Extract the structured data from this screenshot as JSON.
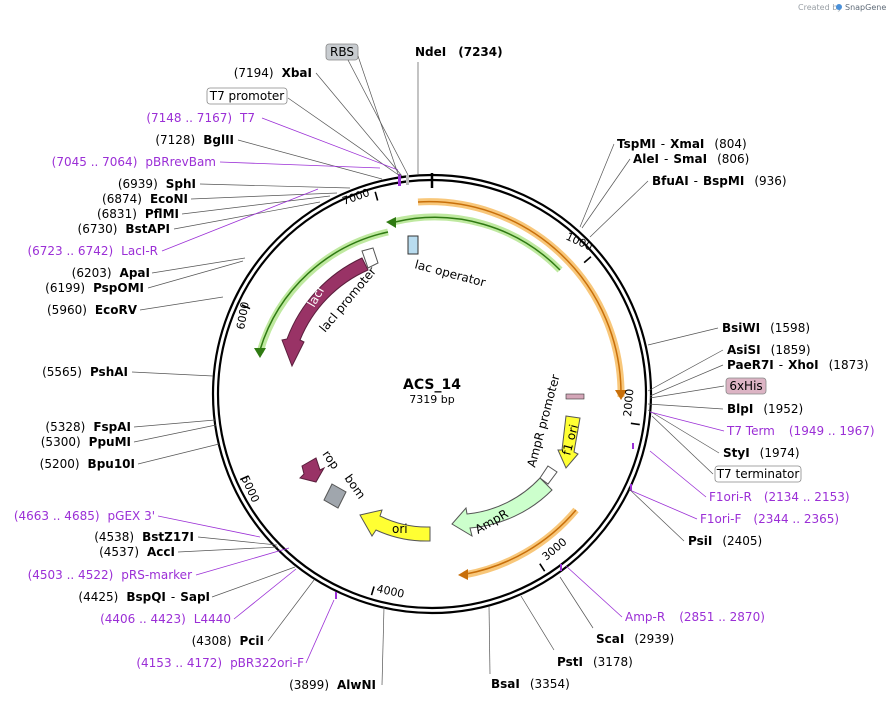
{
  "credit": {
    "created_by": "Created by",
    "brand": "SnapGene"
  },
  "plasmid": {
    "name": "ACS_14",
    "length_label": "7319 bp",
    "length": 7319
  },
  "colors": {
    "enzyme": "#000000",
    "primer": "#9b2fd6",
    "backbone": "#000000",
    "orange": "#f6a13a",
    "green": "#7bd437",
    "maroon": "#993366",
    "yellow": "#ffff00",
    "light_green": "#ccffcc"
  },
  "ticks": [
    {
      "pos": 1000,
      "label": "1000"
    },
    {
      "pos": 2000,
      "label": "2000"
    },
    {
      "pos": 3000,
      "label": "3000"
    },
    {
      "pos": 4000,
      "label": "4000"
    },
    {
      "pos": 5000,
      "label": "5000"
    },
    {
      "pos": 6000,
      "label": "6000"
    },
    {
      "pos": 7000,
      "label": "7000"
    }
  ],
  "enzymes": [
    {
      "label": "NdeI",
      "pos_label": "(7234)",
      "pos": 7234
    },
    {
      "label": "XbaI",
      "pos_label": "(7194)",
      "pos": 7194
    },
    {
      "label": "BglII",
      "pos_label": "(7128)",
      "pos": 7128
    },
    {
      "label": "SphI",
      "pos_label": "(6939)",
      "pos": 6939
    },
    {
      "label": "EcoNI",
      "pos_label": "(6874)",
      "pos": 6874
    },
    {
      "label": "PflMI",
      "pos_label": "(6831)",
      "pos": 6831
    },
    {
      "label": "BstAPI",
      "pos_label": "(6730)",
      "pos": 6730
    },
    {
      "label": "ApaI",
      "pos_label": "(6203)",
      "pos": 6203
    },
    {
      "label": "PspOMI",
      "pos_label": "(6199)",
      "pos": 6199
    },
    {
      "label": "EcoRV",
      "pos_label": "(5960)",
      "pos": 5960
    },
    {
      "label": "PshAI",
      "pos_label": "(5565)",
      "pos": 5565
    },
    {
      "label": "FspAI",
      "pos_label": "(5328)",
      "pos": 5328
    },
    {
      "label": "PpuMI",
      "pos_label": "(5300)",
      "pos": 5300
    },
    {
      "label": "Bpu10I",
      "pos_label": "(5200)",
      "pos": 5200
    },
    {
      "label": "BstZ17I",
      "pos_label": "(4538)",
      "pos": 4538
    },
    {
      "label": "AccI",
      "pos_label": "(4537)",
      "pos": 4537
    },
    {
      "label": "BspQI",
      "label2": "SapI",
      "pos_label": "(4425)",
      "pos": 4425
    },
    {
      "label": "PciI",
      "pos_label": "(4308)",
      "pos": 4308
    },
    {
      "label": "AlwNI",
      "pos_label": "(3899)",
      "pos": 3899
    },
    {
      "label": "BsaI",
      "pos_label": "(3354)",
      "pos": 3354
    },
    {
      "label": "PstI",
      "pos_label": "(3178)",
      "pos": 3178
    },
    {
      "label": "ScaI",
      "pos_label": "(2939)",
      "pos": 2939
    },
    {
      "label": "PsiI",
      "pos_label": "(2405)",
      "pos": 2405
    },
    {
      "label": "StyI",
      "pos_label": "(1974)",
      "pos": 1974
    },
    {
      "label": "BlpI",
      "pos_label": "(1952)",
      "pos": 1952
    },
    {
      "label": "PaeR7I",
      "label2": "XhoI",
      "pos_label": "(1873)",
      "pos": 1873
    },
    {
      "label": "AsiSI",
      "pos_label": "(1859)",
      "pos": 1859
    },
    {
      "label": "BsiWI",
      "pos_label": "(1598)",
      "pos": 1598
    },
    {
      "label": "BfuAI",
      "label2": "BspMI",
      "pos_label": "(936)",
      "pos": 936
    },
    {
      "label": "AleI",
      "label2": "SmaI",
      "pos_label": "(806)",
      "pos": 806
    },
    {
      "label": "TspMI",
      "label2": "XmaI",
      "pos_label": "(804)",
      "pos": 804
    }
  ],
  "primers": [
    {
      "label": "T7",
      "range_label": "(7148 .. 7167)",
      "pos": 7157
    },
    {
      "label": "pBRrevBam",
      "range_label": "(7045 .. 7064)",
      "pos": 7054
    },
    {
      "label": "LacI-R",
      "range_label": "(6723 .. 6742)",
      "pos": 6732
    },
    {
      "label": "pGEX 3'",
      "range_label": "(4663 .. 4685)",
      "pos": 4674
    },
    {
      "label": "pRS-marker",
      "range_label": "(4503 .. 4522)",
      "pos": 4512
    },
    {
      "label": "L4440",
      "range_label": "(4406 .. 4423)",
      "pos": 4414
    },
    {
      "label": "pBR322ori-F",
      "range_label": "(4153 .. 4172)",
      "pos": 4162
    },
    {
      "label": "Amp-R",
      "range_label": "(2851 .. 2870)",
      "pos": 2860
    },
    {
      "label": "F1ori-F",
      "range_label": "(2344 .. 2365)",
      "pos": 2354
    },
    {
      "label": "F1ori-R",
      "range_label": "(2134 .. 2153)",
      "pos": 2143
    },
    {
      "label": "T7 Term",
      "range_label": "(1949 .. 1967)",
      "pos": 1958
    }
  ],
  "boxed_labels": {
    "rbs": "RBS",
    "t7_promoter": "T7 promoter",
    "sixhis": "6xHis",
    "t7_terminator": "T7 terminator"
  },
  "features": {
    "lac_operator": "lac operator",
    "laci": "lacI",
    "laci_promoter": "lacI promoter",
    "rop": "rop",
    "bom": "bom",
    "ori": "ori",
    "ampr": "AmpR",
    "ampr_promoter": "AmpR promoter",
    "f1_ori": "f1 ori"
  }
}
